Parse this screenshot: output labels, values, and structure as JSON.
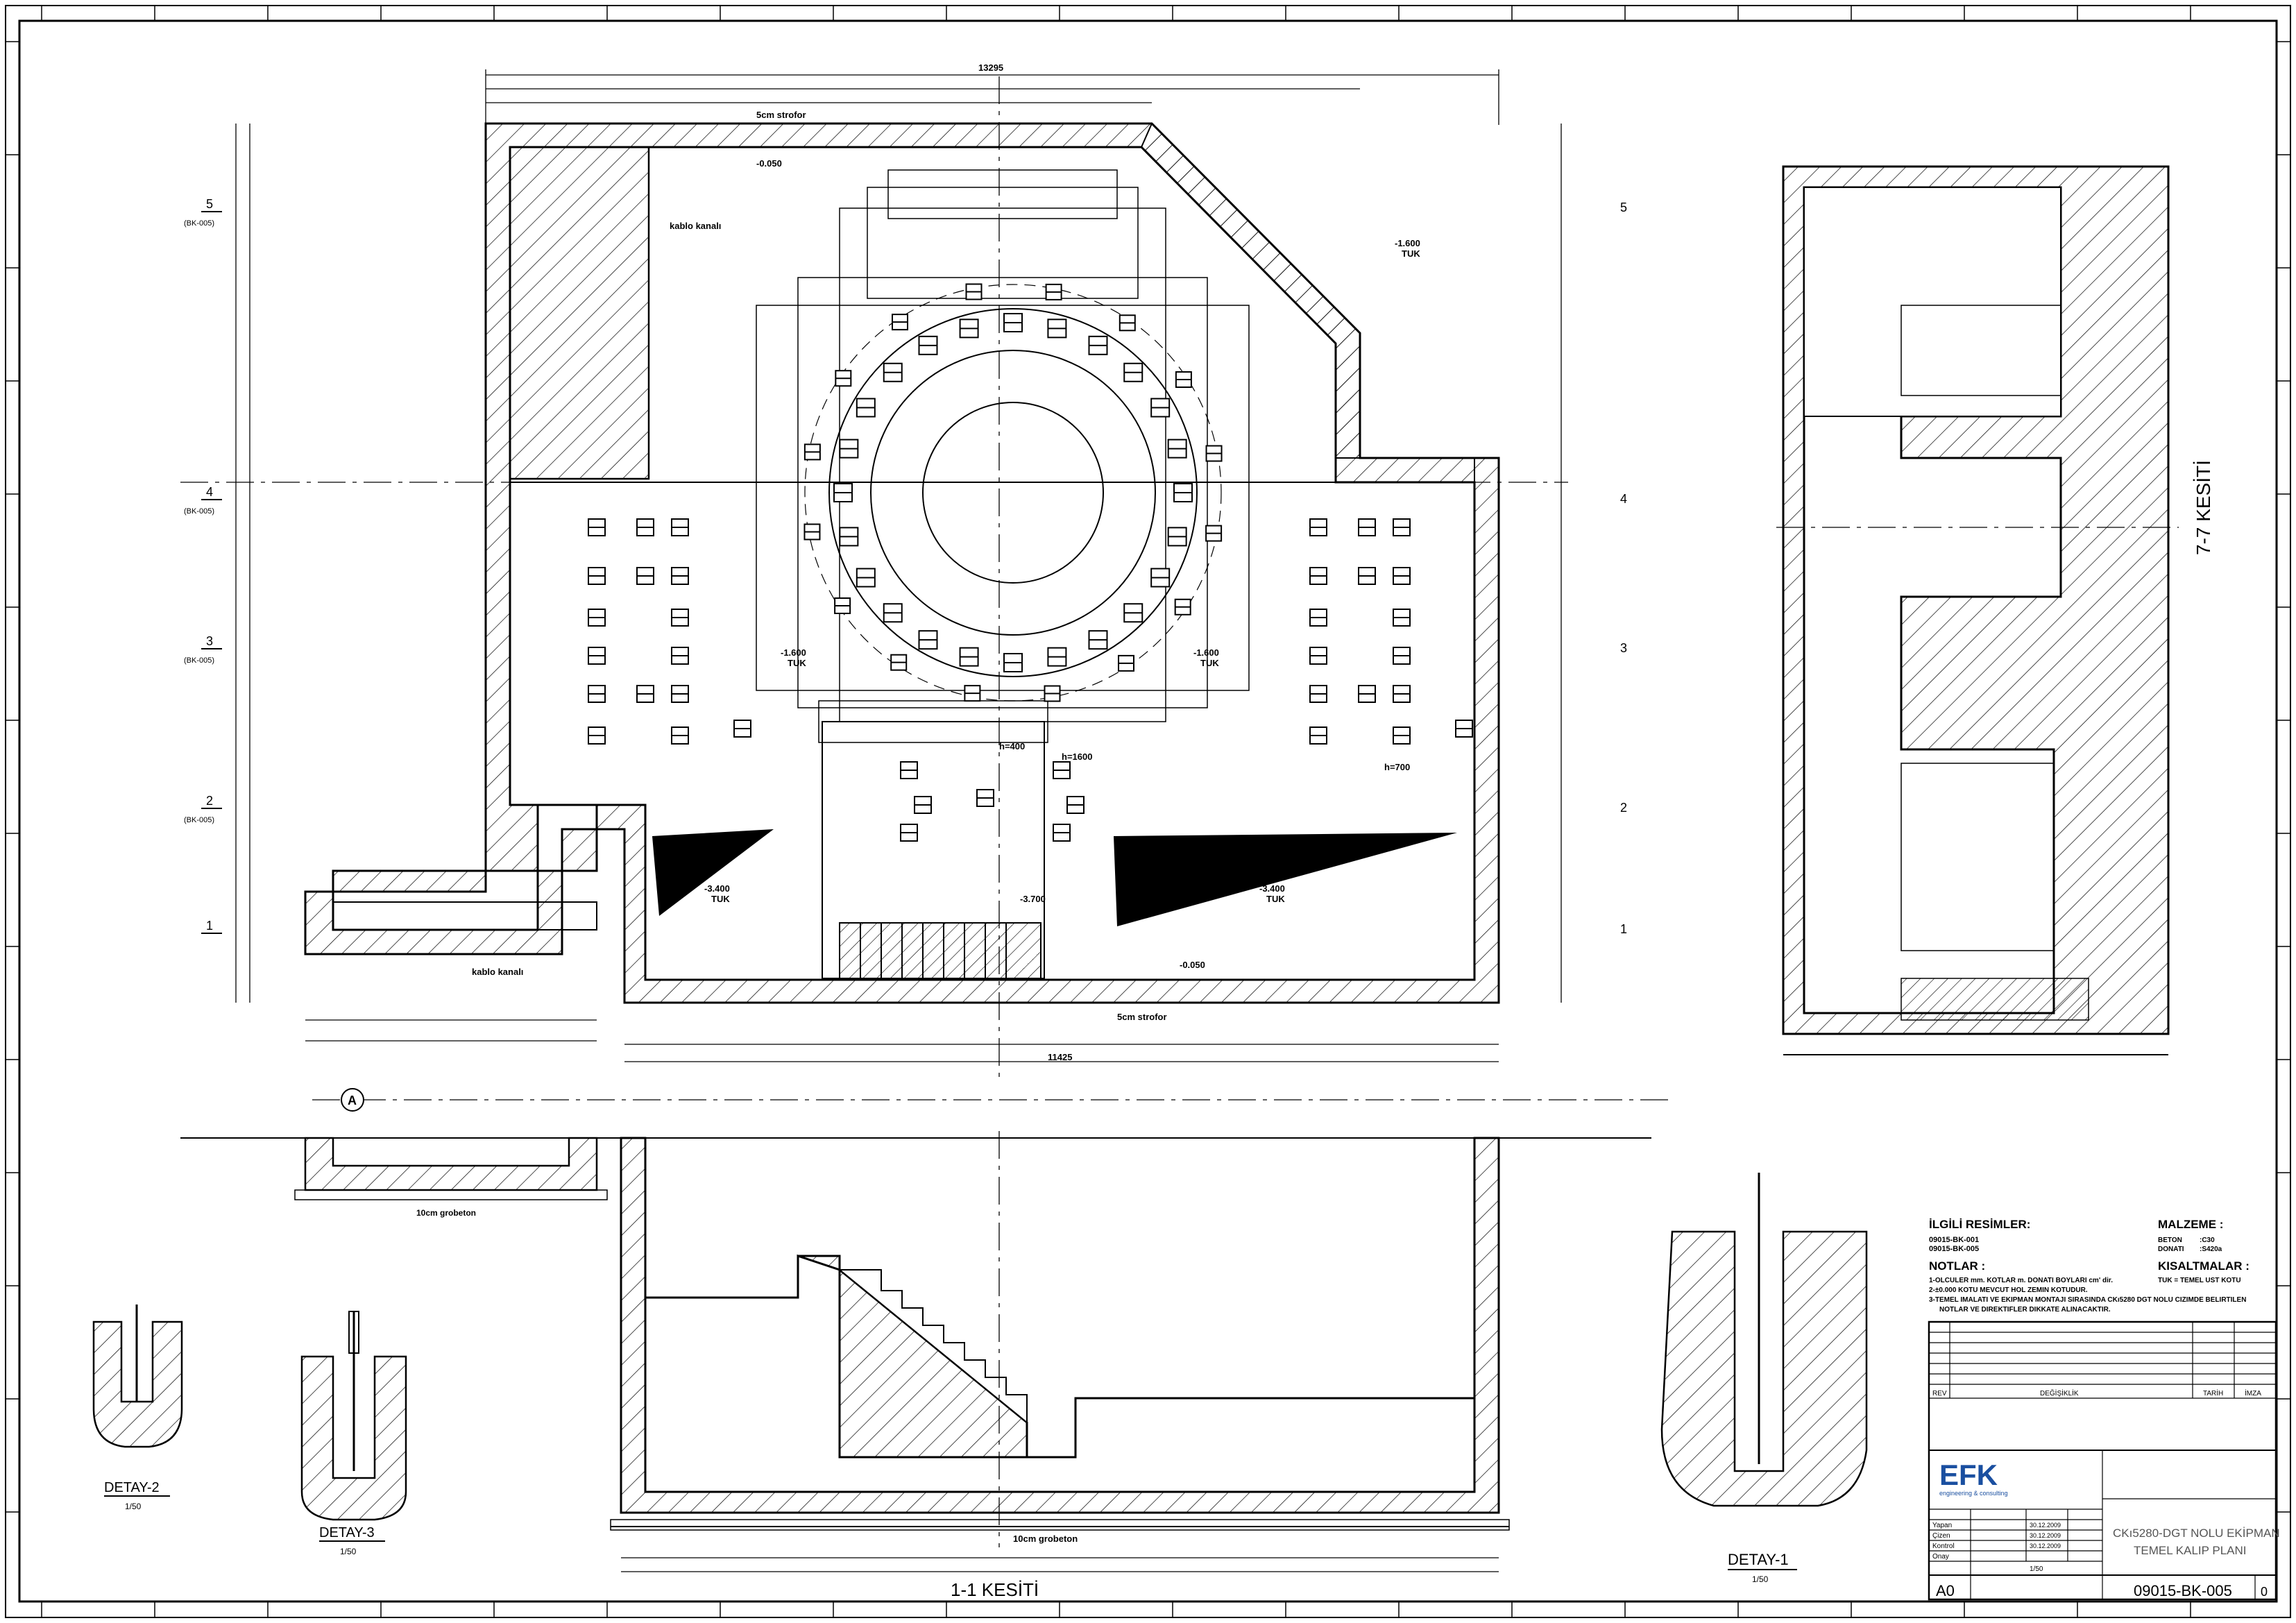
{
  "title_block": {
    "company": "EFK",
    "company_sub": "engineering & consulting",
    "drawing_title_line1": "CKı5280-DGT NOLU EKİPMAN",
    "drawing_title_line2": "TEMEL KALIP PLANI",
    "drawing_no": "09015-BK-005",
    "sheet_size": "A0",
    "revision": "0",
    "rev_label": "REV",
    "changes_label": "DEĞİŞİKLİK",
    "date_label": "TARİH",
    "sign_label": "İMZA",
    "rows": [
      {
        "label": "Yapan",
        "date": "30.12.2009"
      },
      {
        "label": "Çizen",
        "date": "30.12.2009"
      },
      {
        "label": "Kontrol",
        "date": "30.12.2009"
      },
      {
        "label": "Onay",
        "date": ""
      }
    ],
    "scale": "1/50"
  },
  "references": {
    "heading": "İLGİLİ RESİMLER:",
    "items": [
      "09015-BK-001",
      "09015-BK-005"
    ]
  },
  "material": {
    "heading": "MALZEME :",
    "items": [
      {
        "name": "BETON",
        "value": ":C30"
      },
      {
        "name": "DONATI",
        "value": ":S420a"
      }
    ]
  },
  "abbreviations": {
    "heading": "KISALTMALAR :",
    "text": "TUK = TEMEL UST KOTU"
  },
  "notes": {
    "heading": "NOTLAR :",
    "items": [
      "1-OLCULER mm. KOTLAR m. DONATI BOYLARI cm' dir.",
      "2-±0.000 KOTU MEVCUT HOL ZEMIN KOTUDUR.",
      "3-TEMEL IMALATI VE EKIPMAN MONTAJI SIRASINDA CKı5280 DGT NOLU CIZIMDE BELIRTILEN",
      "NOTLAR VE DIREKTIFLER DIKKATE ALINACAKTIR."
    ]
  },
  "section_titles": {
    "section_11": "1-1 KESİTİ",
    "section_77": "7-7 KESİTİ",
    "detail_1": "DETAY-1",
    "detail_2": "DETAY-2",
    "detail_3": "DETAY-3",
    "detail_scale": "1/50"
  },
  "plan_labels": {
    "elev_minus_1600": "-1.600",
    "elev_minus_3400": "-3.400",
    "elev_minus_3700": "-3.700",
    "elev_minus_0050": "-0.050",
    "tuk": "TUK",
    "blinding": "5cm strofor",
    "cable_channel": "kablo kanalı",
    "grobeton": "10cm grobeton",
    "overall_dim": "13295",
    "overall_dim_2": "11425",
    "h1600": "h=1600",
    "h700": "h=700",
    "h400": "h=400"
  },
  "axes": [
    "1",
    "2",
    "3",
    "4",
    "5"
  ],
  "ref_tag": "(BK-005)"
}
